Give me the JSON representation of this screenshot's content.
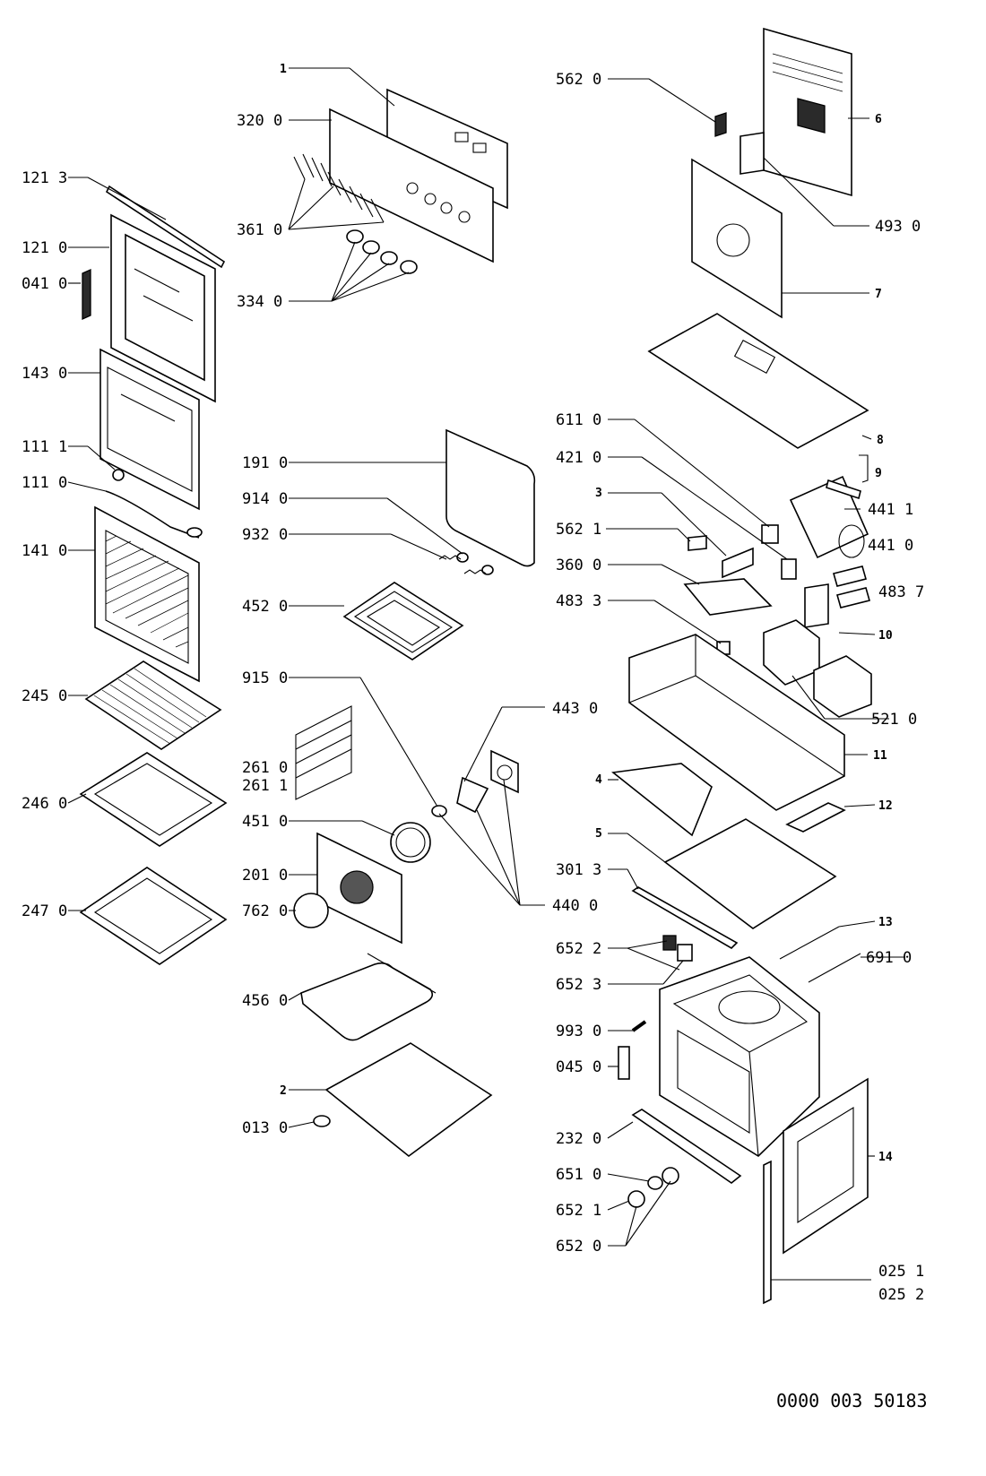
{
  "diagram": {
    "reference_number": "0000 003 50183",
    "callouts": {
      "c_121_3": "121 3",
      "c_121_0": "121 0",
      "c_041_0": "041 0",
      "c_143_0": "143 0",
      "c_111_1": "111 1",
      "c_111_0": "111 0",
      "c_141_0": "141 0",
      "c_245_0": "245 0",
      "c_246_0": "246 0",
      "c_247_0": "247 0",
      "c_1": "1",
      "c_320_0": "320 0",
      "c_361_0": "361 0",
      "c_334_0": "334 0",
      "c_191_0": "191 0",
      "c_914_0": "914 0",
      "c_932_0": "932 0",
      "c_452_0": "452 0",
      "c_915_0": "915 0",
      "c_261_0": "261 0",
      "c_261_1": "261 1",
      "c_451_0": "451 0",
      "c_201_0": "201 0",
      "c_762_0": "762 0",
      "c_456_0": "456 0",
      "c_2": "2",
      "c_013_0": "013 0",
      "c_443_0": "443 0",
      "c_440_0": "440 0",
      "c_562_0": "562 0",
      "c_6": "6",
      "c_493_0": "493 0",
      "c_7": "7",
      "c_8": "8",
      "c_611_0": "611 0",
      "c_421_0": "421 0",
      "c_9": "9",
      "c_441_1": "441 1",
      "c_441_0": "441 0",
      "c_3": "3",
      "c_562_1": "562 1",
      "c_360_0": "360 0",
      "c_483_7": "483 7",
      "c_483_3": "483 3",
      "c_10": "10",
      "c_521_0": "521 0",
      "c_11": "11",
      "c_4": "4",
      "c_12": "12",
      "c_5": "5",
      "c_301_3": "301 3",
      "c_13": "13",
      "c_652_2": "652 2",
      "c_691_0": "691 0",
      "c_652_3": "652 3",
      "c_993_0": "993 0",
      "c_045_0": "045 0",
      "c_232_0": "232 0",
      "c_14": "14",
      "c_651_0": "651 0",
      "c_652_1": "652 1",
      "c_652_0": "652 0",
      "c_025_1": "025 1",
      "c_025_2": "025 2"
    }
  }
}
